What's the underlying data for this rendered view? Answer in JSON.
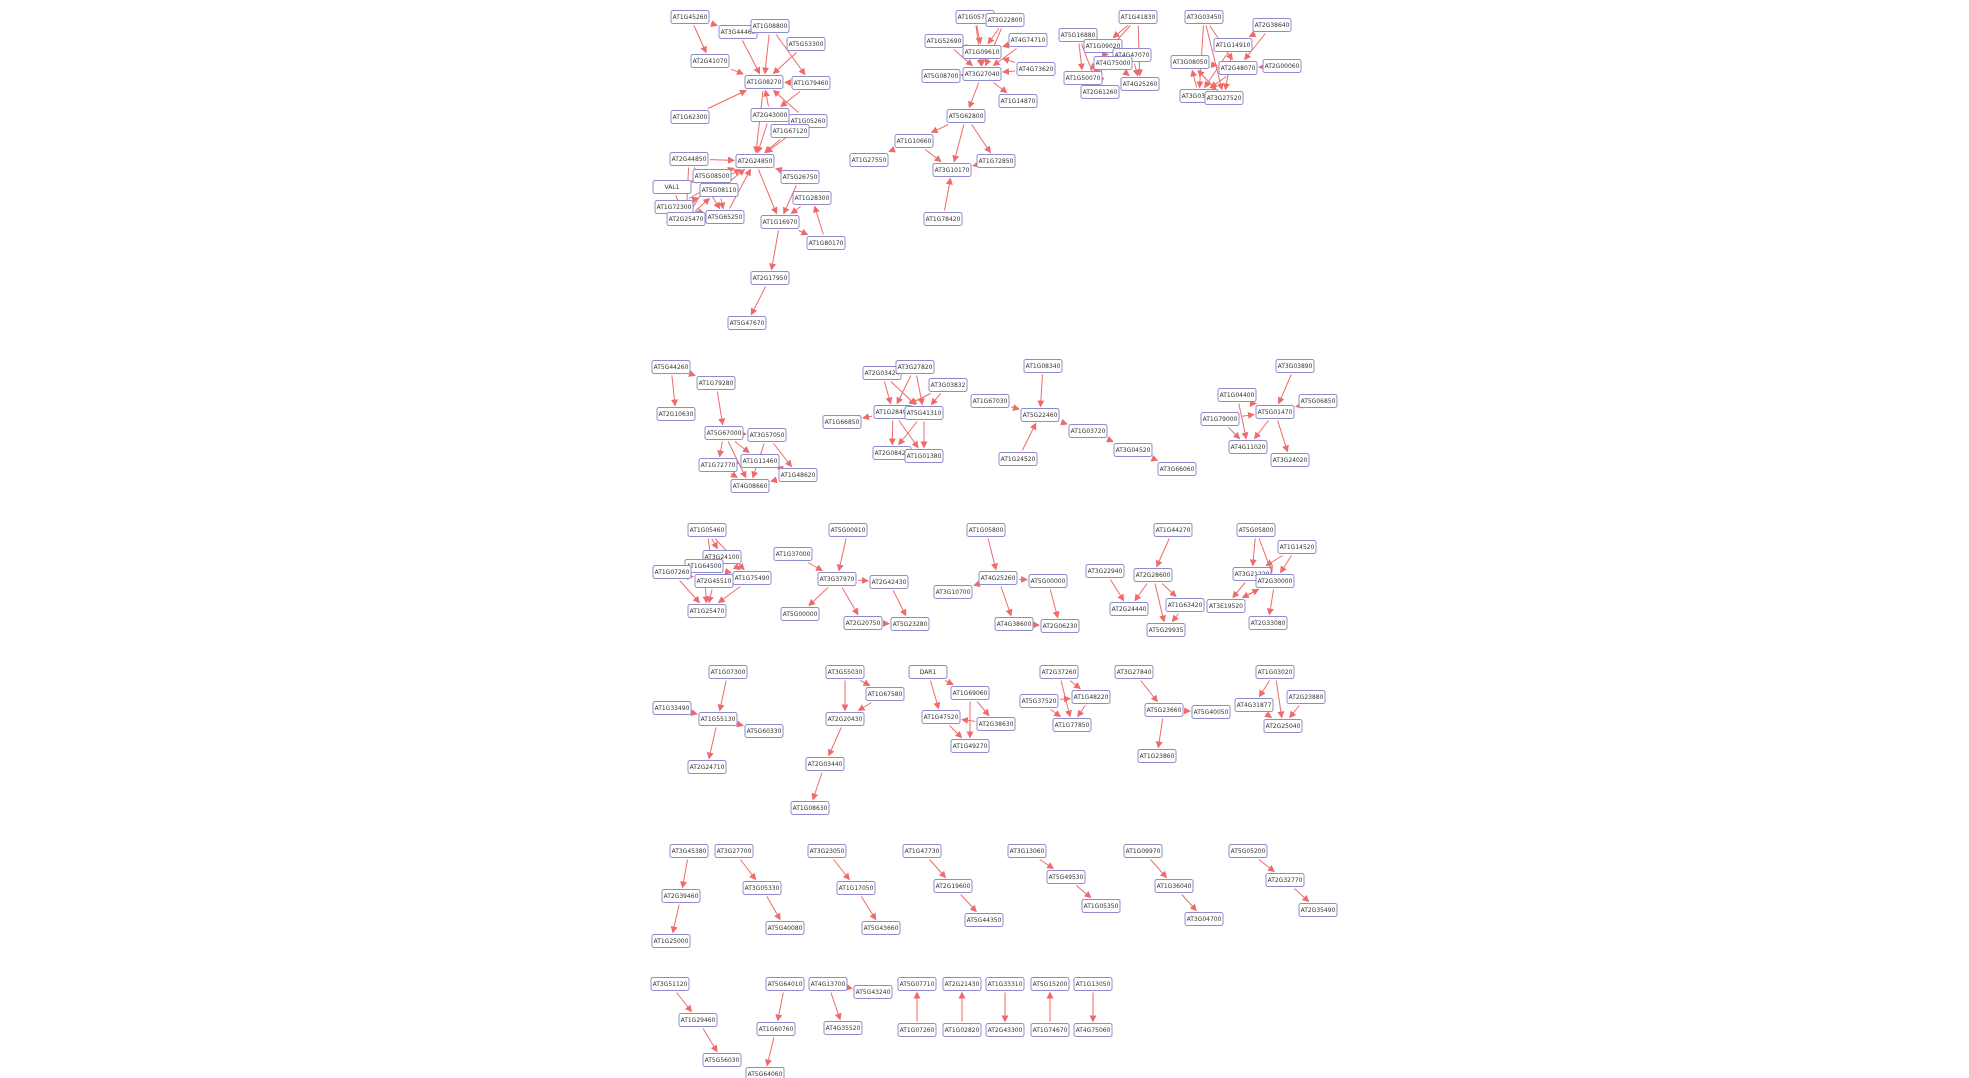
{
  "colors": {
    "background": "#ffffff",
    "edge": "#ef6a6a",
    "node_border": "#8c8ccc",
    "label": "#333333"
  },
  "nodes": [
    {
      "id": "n1",
      "label": "AT1G45260"
    },
    {
      "id": "n2",
      "label": "AT3G44460"
    },
    {
      "id": "n3",
      "label": "AT1G08800"
    },
    {
      "id": "n4",
      "label": "AT5G53300"
    },
    {
      "id": "n5",
      "label": "AT2G41070"
    },
    {
      "id": "n6",
      "label": "AT1G08270"
    },
    {
      "id": "n7",
      "label": "AT1G79460"
    },
    {
      "id": "n8",
      "label": "AT1G62300"
    },
    {
      "id": "n9",
      "label": "AT2G43000"
    },
    {
      "id": "n10",
      "label": "AT1G05260"
    },
    {
      "id": "n11",
      "label": "AT1G67120"
    },
    {
      "id": "n12",
      "label": "AT2G44850"
    },
    {
      "id": "n13",
      "label": "AT2G24850"
    },
    {
      "id": "n14",
      "label": "AT5G08500"
    },
    {
      "id": "n15",
      "label": "AT5G26750"
    },
    {
      "id": "n16",
      "label": "VAL1"
    },
    {
      "id": "n17",
      "label": "AT5G08110"
    },
    {
      "id": "n18",
      "label": "AT1G28300"
    },
    {
      "id": "n19",
      "label": "AT1G72300"
    },
    {
      "id": "n20",
      "label": "AT2G25470"
    },
    {
      "id": "n21",
      "label": "AT5G65250"
    },
    {
      "id": "n22",
      "label": "AT1G16970"
    },
    {
      "id": "n23",
      "label": "AT1G80170"
    },
    {
      "id": "n24",
      "label": "AT2G17950"
    },
    {
      "id": "n25",
      "label": "AT5G47670"
    },
    {
      "id": "n26",
      "label": "AT1G05720"
    },
    {
      "id": "n27",
      "label": "AT3G22800"
    },
    {
      "id": "n28",
      "label": "AT4G74710"
    },
    {
      "id": "n29",
      "label": "AT1G52690"
    },
    {
      "id": "n30",
      "label": "AT1G09610"
    },
    {
      "id": "n31",
      "label": "AT4G73620"
    },
    {
      "id": "n32",
      "label": "AT5G08700"
    },
    {
      "id": "n33",
      "label": "AT3G27040"
    },
    {
      "id": "n34",
      "label": "AT1G14870"
    },
    {
      "id": "n35",
      "label": "AT5G62800"
    },
    {
      "id": "n36",
      "label": "AT1G10660"
    },
    {
      "id": "n37",
      "label": "AT1G27550"
    },
    {
      "id": "n38",
      "label": "AT1G72850"
    },
    {
      "id": "n39",
      "label": "AT3G10170"
    },
    {
      "id": "n40",
      "label": "AT1G78420"
    },
    {
      "id": "n41",
      "label": "AT1G41830"
    },
    {
      "id": "n42",
      "label": "AT5G16880"
    },
    {
      "id": "n43",
      "label": "AT1G09020"
    },
    {
      "id": "n44",
      "label": "AT4G47070"
    },
    {
      "id": "n45",
      "label": "AT4G75000"
    },
    {
      "id": "n46",
      "label": "AT1G50070"
    },
    {
      "id": "n47",
      "label": "AT4G25260"
    },
    {
      "id": "n48",
      "label": "AT2G61260"
    },
    {
      "id": "n49",
      "label": "AT3G03450"
    },
    {
      "id": "n50",
      "label": "AT2G38640"
    },
    {
      "id": "n51",
      "label": "AT1G14910"
    },
    {
      "id": "n52",
      "label": "AT3G08050"
    },
    {
      "id": "n53",
      "label": "AT2G48070"
    },
    {
      "id": "n54",
      "label": "AT3G03450"
    },
    {
      "id": "n55",
      "label": "AT3G27520"
    },
    {
      "id": "n56",
      "label": "AT2G00060"
    },
    {
      "id": "n57",
      "label": "AT5G44260"
    },
    {
      "id": "n58",
      "label": "AT1G79280"
    },
    {
      "id": "n59",
      "label": "AT2G10630"
    },
    {
      "id": "n60",
      "label": "AT5G67000"
    },
    {
      "id": "n61",
      "label": "AT3G57050"
    },
    {
      "id": "n62",
      "label": "AT1G11460"
    },
    {
      "id": "n63",
      "label": "AT1G72770"
    },
    {
      "id": "n64",
      "label": "AT1G48620"
    },
    {
      "id": "n65",
      "label": "AT4G08660"
    },
    {
      "id": "n66",
      "label": "AT2G03424"
    },
    {
      "id": "n67",
      "label": "AT3G27820"
    },
    {
      "id": "n68",
      "label": "AT3G03832"
    },
    {
      "id": "n69",
      "label": "AT1G66850"
    },
    {
      "id": "n70",
      "label": "AT1G28490"
    },
    {
      "id": "n71",
      "label": "AT5G41310"
    },
    {
      "id": "n72",
      "label": "AT2G08420"
    },
    {
      "id": "n73",
      "label": "AT1G01380"
    },
    {
      "id": "n74",
      "label": "AT1G08340"
    },
    {
      "id": "n75",
      "label": "AT1G67030"
    },
    {
      "id": "n76",
      "label": "AT5G22460"
    },
    {
      "id": "n77",
      "label": "AT1G03720"
    },
    {
      "id": "n78",
      "label": "AT1G24520"
    },
    {
      "id": "n79",
      "label": "AT3G04520"
    },
    {
      "id": "n80",
      "label": "AT3G66060"
    },
    {
      "id": "n81",
      "label": "AT3G03890"
    },
    {
      "id": "n82",
      "label": "AT1G04400"
    },
    {
      "id": "n83",
      "label": "AT5G06850"
    },
    {
      "id": "n84",
      "label": "AT1G79000"
    },
    {
      "id": "n85",
      "label": "AT5G01470"
    },
    {
      "id": "n86",
      "label": "AT4G11020"
    },
    {
      "id": "n87",
      "label": "AT3G24020"
    },
    {
      "id": "n88",
      "label": "AT1G05460"
    },
    {
      "id": "n89",
      "label": "AT3G24100"
    },
    {
      "id": "n90",
      "label": "AT1G64500"
    },
    {
      "id": "n91",
      "label": "AT1G07260"
    },
    {
      "id": "n92",
      "label": "AT2G45510"
    },
    {
      "id": "n93",
      "label": "AT1G75490"
    },
    {
      "id": "n94",
      "label": "AT1G25470"
    },
    {
      "id": "n95",
      "label": "AT5G00910"
    },
    {
      "id": "n96",
      "label": "AT1G37000"
    },
    {
      "id": "n97",
      "label": "AT3G37970"
    },
    {
      "id": "n98",
      "label": "AT2G42430"
    },
    {
      "id": "n99",
      "label": "AT5G00000"
    },
    {
      "id": "n100",
      "label": "AT2G20750"
    },
    {
      "id": "n101",
      "label": "AT5G23280"
    },
    {
      "id": "n102",
      "label": "AT1G05800"
    },
    {
      "id": "n103",
      "label": "AT4G25260"
    },
    {
      "id": "n104",
      "label": "AT3G10700"
    },
    {
      "id": "n105",
      "label": "AT5G00000"
    },
    {
      "id": "n106",
      "label": "AT4G38600"
    },
    {
      "id": "n107",
      "label": "AT2G06230"
    },
    {
      "id": "n108",
      "label": "AT1G44270"
    },
    {
      "id": "n109",
      "label": "AT3G22940"
    },
    {
      "id": "n110",
      "label": "AT2G28600"
    },
    {
      "id": "n111",
      "label": "AT1G63420"
    },
    {
      "id": "n112",
      "label": "AT2G24440"
    },
    {
      "id": "n113",
      "label": "AT5G29935"
    },
    {
      "id": "n114",
      "label": "AT5G05800"
    },
    {
      "id": "n115",
      "label": "AT1G14520"
    },
    {
      "id": "n116",
      "label": "AT3G21220"
    },
    {
      "id": "n117",
      "label": "AT2G30000"
    },
    {
      "id": "n118",
      "label": "AT3E19520"
    },
    {
      "id": "n119",
      "label": "AT2G33080"
    },
    {
      "id": "n120",
      "label": "AT1G07300"
    },
    {
      "id": "n121",
      "label": "AT1G33490"
    },
    {
      "id": "n122",
      "label": "AT1G55130"
    },
    {
      "id": "n123",
      "label": "AT5G60330"
    },
    {
      "id": "n124",
      "label": "AT2G24710"
    },
    {
      "id": "n125",
      "label": "AT3G55030"
    },
    {
      "id": "n126",
      "label": "AT1G67580"
    },
    {
      "id": "n127",
      "label": "AT2G20430"
    },
    {
      "id": "n128",
      "label": "AT2G03440"
    },
    {
      "id": "n129",
      "label": "AT1G08630"
    },
    {
      "id": "n130",
      "label": "DAR1"
    },
    {
      "id": "n131",
      "label": "AT1G69060"
    },
    {
      "id": "n132",
      "label": "AT1G47520"
    },
    {
      "id": "n133",
      "label": "AT2G38630"
    },
    {
      "id": "n134",
      "label": "AT1G49270"
    },
    {
      "id": "n135",
      "label": "AT2G37260"
    },
    {
      "id": "n136",
      "label": "AT5G37520"
    },
    {
      "id": "n137",
      "label": "AT1G48220"
    },
    {
      "id": "n138",
      "label": "AT1G77850"
    },
    {
      "id": "n139",
      "label": "AT3G27840"
    },
    {
      "id": "n140",
      "label": "AT5G23660"
    },
    {
      "id": "n141",
      "label": "AT5G40050"
    },
    {
      "id": "n142",
      "label": "AT1G23860"
    },
    {
      "id": "n143",
      "label": "AT1G03020"
    },
    {
      "id": "n144",
      "label": "AT4G31877"
    },
    {
      "id": "n145",
      "label": "AT2G23880"
    },
    {
      "id": "n146",
      "label": "AT2G25040"
    },
    {
      "id": "n147",
      "label": "AT3G45380"
    },
    {
      "id": "n148",
      "label": "AT2G39460"
    },
    {
      "id": "n149",
      "label": "AT1G25000"
    },
    {
      "id": "n150",
      "label": "AT3G27700"
    },
    {
      "id": "n151",
      "label": "AT3G05330"
    },
    {
      "id": "n152",
      "label": "AT5G40080"
    },
    {
      "id": "n153",
      "label": "AT3G23050"
    },
    {
      "id": "n154",
      "label": "AT1G17050"
    },
    {
      "id": "n155",
      "label": "AT5G43660"
    },
    {
      "id": "n156",
      "label": "AT1G47730"
    },
    {
      "id": "n157",
      "label": "AT2G19600"
    },
    {
      "id": "n158",
      "label": "AT5G44350"
    },
    {
      "id": "n159",
      "label": "AT3G13060"
    },
    {
      "id": "n160",
      "label": "AT5G49530"
    },
    {
      "id": "n161",
      "label": "AT1G05350"
    },
    {
      "id": "n162",
      "label": "AT1G09970"
    },
    {
      "id": "n163",
      "label": "AT1G36040"
    },
    {
      "id": "n164",
      "label": "AT3G04700"
    },
    {
      "id": "n165",
      "label": "AT5G05200"
    },
    {
      "id": "n166",
      "label": "AT2G32770"
    },
    {
      "id": "n167",
      "label": "AT2G35490"
    },
    {
      "id": "n168",
      "label": "AT3G51120"
    },
    {
      "id": "n169",
      "label": "AT1G29460"
    },
    {
      "id": "n170",
      "label": "AT5G56030"
    },
    {
      "id": "n171",
      "label": "AT5G64010"
    },
    {
      "id": "n172",
      "label": "AT1G60760"
    },
    {
      "id": "n173",
      "label": "AT5G64060"
    },
    {
      "id": "n174",
      "label": "AT4G13700"
    },
    {
      "id": "n175",
      "label": "AT5G43240"
    },
    {
      "id": "n176",
      "label": "AT4G35520"
    },
    {
      "id": "n177",
      "label": "AT5G07710"
    },
    {
      "id": "n178",
      "label": "AT1G07260"
    },
    {
      "id": "n179",
      "label": "AT2G21430"
    },
    {
      "id": "n180",
      "label": "AT1G02820"
    },
    {
      "id": "n181",
      "label": "AT1G33310"
    },
    {
      "id": "n182",
      "label": "AT2G43300"
    },
    {
      "id": "n183",
      "label": "AT5G15200"
    },
    {
      "id": "n184",
      "label": "AT1G74670"
    },
    {
      "id": "n185",
      "label": "AT1G13050"
    },
    {
      "id": "n186",
      "label": "AT4G75060"
    }
  ]
}
